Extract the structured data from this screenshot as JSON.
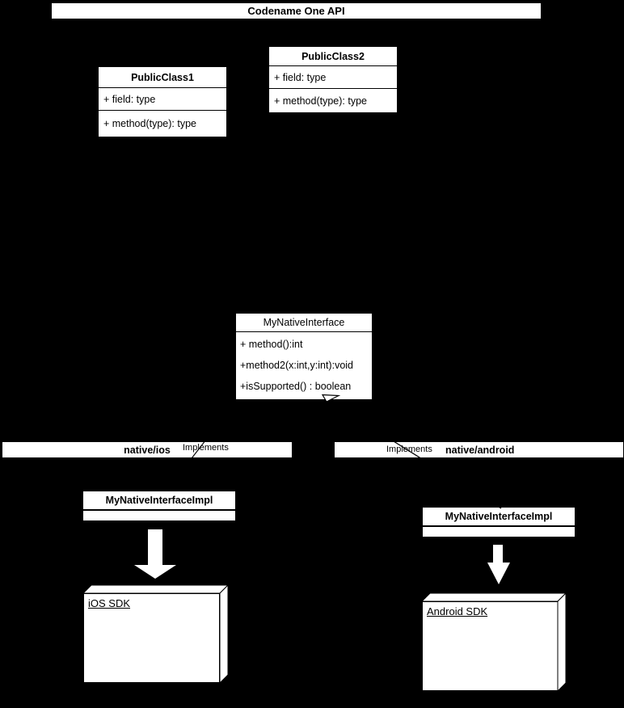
{
  "diagram": {
    "api_bar": {
      "label": "Codename One API"
    },
    "public_class1": {
      "title": "PublicClass1",
      "members": [
        "+ field: type",
        "+ method(type): type"
      ]
    },
    "public_class2": {
      "title": "PublicClass2",
      "members": [
        "+ field: type",
        "+ method(type): type"
      ]
    },
    "native_interface": {
      "title": "MyNativeInterface",
      "members": [
        "+ method():int",
        "+method2(x:int,y:int):void",
        "+isSupported() : boolean"
      ]
    },
    "ios_section": {
      "package_label": "native/ios",
      "relation_label": "Implements",
      "impl_title": "MyNativeInterfaceImpl",
      "sdk_label": "iOS SDK"
    },
    "android_section": {
      "package_label": "native/android",
      "relation_label": "Implements",
      "impl_title": "MyNativeInterfaceImpl",
      "sdk_label": "Android SDK"
    },
    "colors": {
      "background": "#000000",
      "box_fill": "#ffffff",
      "line": "#000000"
    }
  }
}
